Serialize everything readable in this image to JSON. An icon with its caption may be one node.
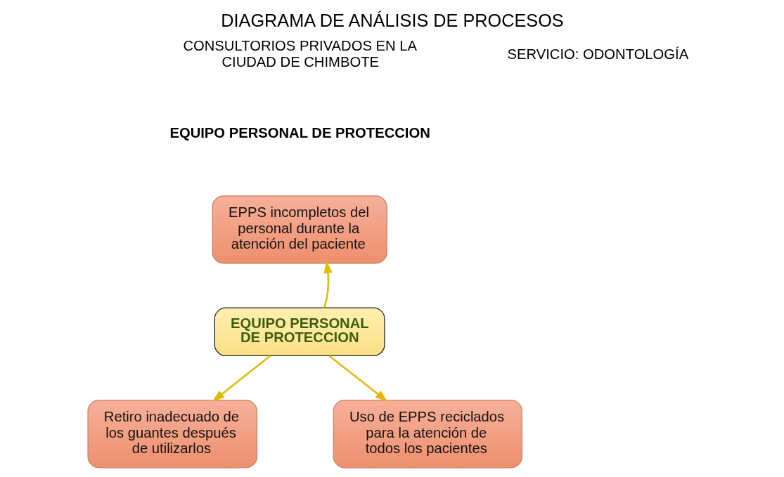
{
  "diagram": {
    "title": "DIAGRAMA DE ANÁLISIS DE PROCESOS",
    "nodes": [
      {
        "text": [
          "EPPS incompletos del personal durante la atención del paciente"
        ]
      },
      {
        "text": [
          "EQUIPO PERSONAL DE PROTECCION"
        ]
      },
      {
        "text": [
          "Retiro inadecuado de los guantes después de utilizarlos"
        ]
      },
      {
        "text": [
          "Uso de EPPS reciclados para la atención de todos los pacientes"
        ]
      }
    ],
    "edges": [
      {
        "from": 1,
        "to": 0,
        "arrow": "to",
        "color": "#e8b800"
      },
      {
        "from": 1,
        "to": 2,
        "arrow": "to",
        "color": "#e8b800"
      },
      {
        "from": 1,
        "to": 3,
        "arrow": "to",
        "color": "#e8b800"
      }
    ],
    "labels": [
      "CONSULTORIOS PRIVADOS EN LA CIUDAD DE CHIMBOTE",
      "SERVICIO: ODONTOLOGÍA",
      "EQUIPO PERSONAL DE PROTECCION"
    ]
  }
}
